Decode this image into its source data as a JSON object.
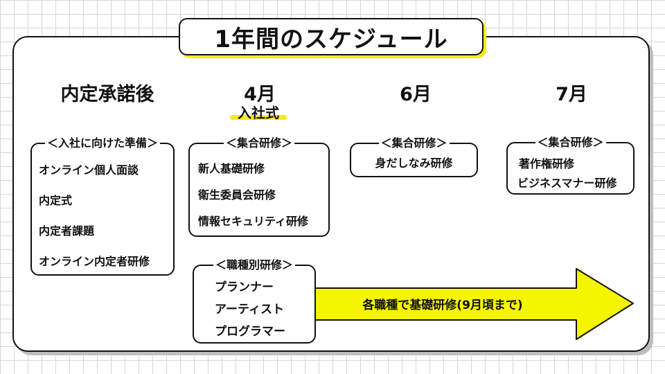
{
  "title": "1年間のスケジュール",
  "columns": [
    {
      "heading": "内定承諾後"
    },
    {
      "heading": "4月",
      "subheading": "入社式"
    },
    {
      "heading": "6月"
    },
    {
      "heading": "7月"
    }
  ],
  "boxes": {
    "onboarding": {
      "label": "＜入社に向けた準備＞",
      "items": [
        "オンライン個人面談",
        "内定式",
        "内定者課題",
        "オンライン内定者研修"
      ]
    },
    "april_group": {
      "label": "＜集合研修＞",
      "items": [
        "新人基礎研修",
        "衛生委員会研修",
        "情報セキュリティ研修"
      ]
    },
    "june_group": {
      "label": "＜集合研修＞",
      "items": [
        "身だしなみ研修"
      ]
    },
    "july_group": {
      "label": "＜集合研修＞",
      "items": [
        "著作権研修",
        "ビジネスマナー研修"
      ]
    },
    "job_type": {
      "label": "＜職種別研修＞",
      "items": [
        "プランナー",
        "アーティスト",
        "プログラマー"
      ]
    }
  },
  "arrow": {
    "text": "各職種で基礎研修(9月頃まで)",
    "color": "#f5f500"
  },
  "colors": {
    "highlight": "#f5e91f",
    "border": "#111111"
  }
}
